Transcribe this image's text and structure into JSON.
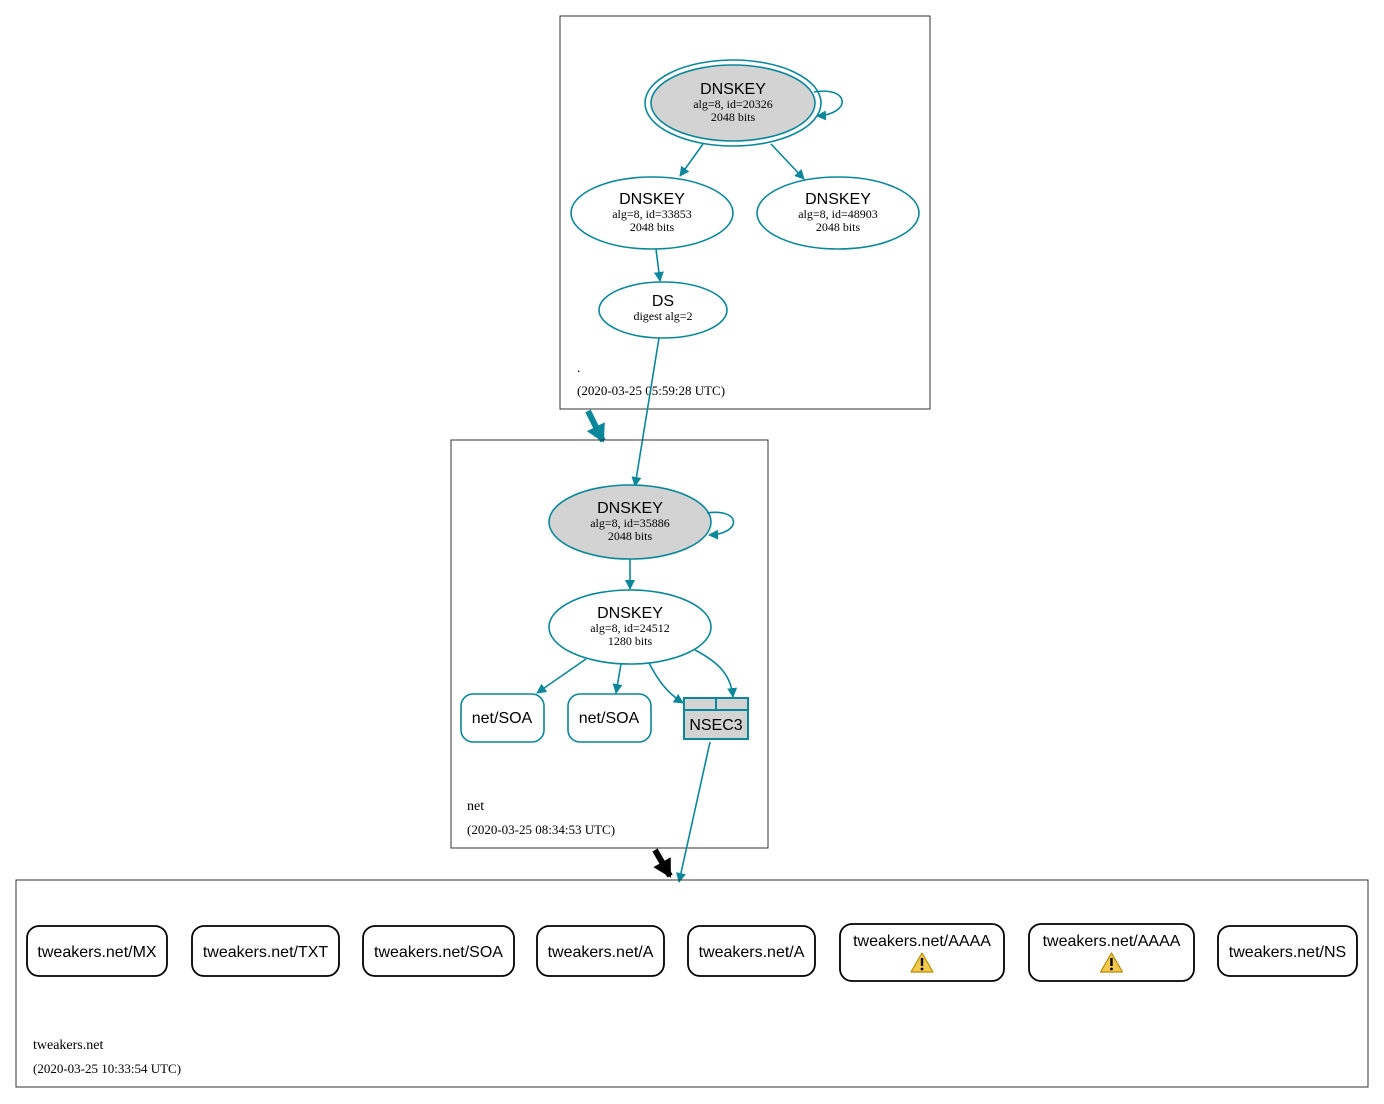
{
  "colors": {
    "edge": "#0a879a",
    "node_fill_ksk": "#d3d3d3",
    "warning_fill": "#f2c94c",
    "zone_border": "#333333",
    "insecure_arrow": "#000000"
  },
  "zones": {
    "root": {
      "name": ".",
      "timestamp": "(2020-03-25 05:59:28 UTC)"
    },
    "net": {
      "name": "net",
      "timestamp": "(2020-03-25 08:34:53 UTC)"
    },
    "tweakers": {
      "name": "tweakers.net",
      "timestamp": "(2020-03-25 10:33:54 UTC)"
    }
  },
  "nodes": {
    "root_ksk": {
      "title": "DNSKEY",
      "line1": "alg=8, id=20326",
      "line2": "2048 bits"
    },
    "root_zsk1": {
      "title": "DNSKEY",
      "line1": "alg=8, id=33853",
      "line2": "2048 bits"
    },
    "root_zsk2": {
      "title": "DNSKEY",
      "line1": "alg=8, id=48903",
      "line2": "2048 bits"
    },
    "root_ds": {
      "title": "DS",
      "line1": "digest alg=2"
    },
    "net_ksk": {
      "title": "DNSKEY",
      "line1": "alg=8, id=35886",
      "line2": "2048 bits"
    },
    "net_zsk": {
      "title": "DNSKEY",
      "line1": "alg=8, id=24512",
      "line2": "1280 bits"
    },
    "net_soa1": {
      "label": "net/SOA"
    },
    "net_soa2": {
      "label": "net/SOA"
    },
    "net_nsec3": {
      "label": "NSEC3"
    }
  },
  "records": [
    {
      "label": "tweakers.net/MX",
      "warning": false
    },
    {
      "label": "tweakers.net/TXT",
      "warning": false
    },
    {
      "label": "tweakers.net/SOA",
      "warning": false
    },
    {
      "label": "tweakers.net/A",
      "warning": false
    },
    {
      "label": "tweakers.net/A",
      "warning": false
    },
    {
      "label": "tweakers.net/AAAA",
      "warning": true
    },
    {
      "label": "tweakers.net/AAAA",
      "warning": true
    },
    {
      "label": "tweakers.net/NS",
      "warning": false
    }
  ]
}
